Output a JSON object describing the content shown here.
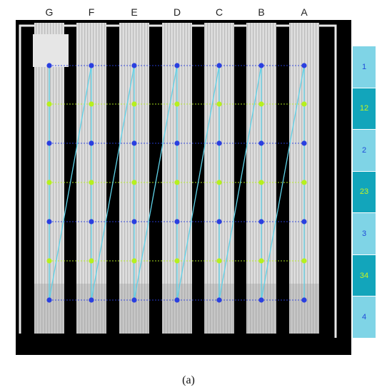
{
  "columns": [
    "G",
    "F",
    "E",
    "D",
    "C",
    "B",
    "A"
  ],
  "rows": [
    {
      "label": "1",
      "type": "main"
    },
    {
      "label": "12",
      "type": "interface"
    },
    {
      "label": "2",
      "type": "main"
    },
    {
      "label": "23",
      "type": "interface"
    },
    {
      "label": "3",
      "type": "main"
    },
    {
      "label": "34",
      "type": "interface"
    },
    {
      "label": "4",
      "type": "main"
    }
  ],
  "caption": "(a)",
  "colors": {
    "main_point": "#2a3fe0",
    "interface_point": "#b6f01e",
    "path_line": "#5fd2e8",
    "main_row_bg": "#7fd4e6",
    "interface_row_bg": "#12a5bb",
    "main_row_text": "#1f4bd8",
    "interface_row_text": "#c8f520",
    "strip": "#d9d9d9",
    "background": "#000000"
  }
}
